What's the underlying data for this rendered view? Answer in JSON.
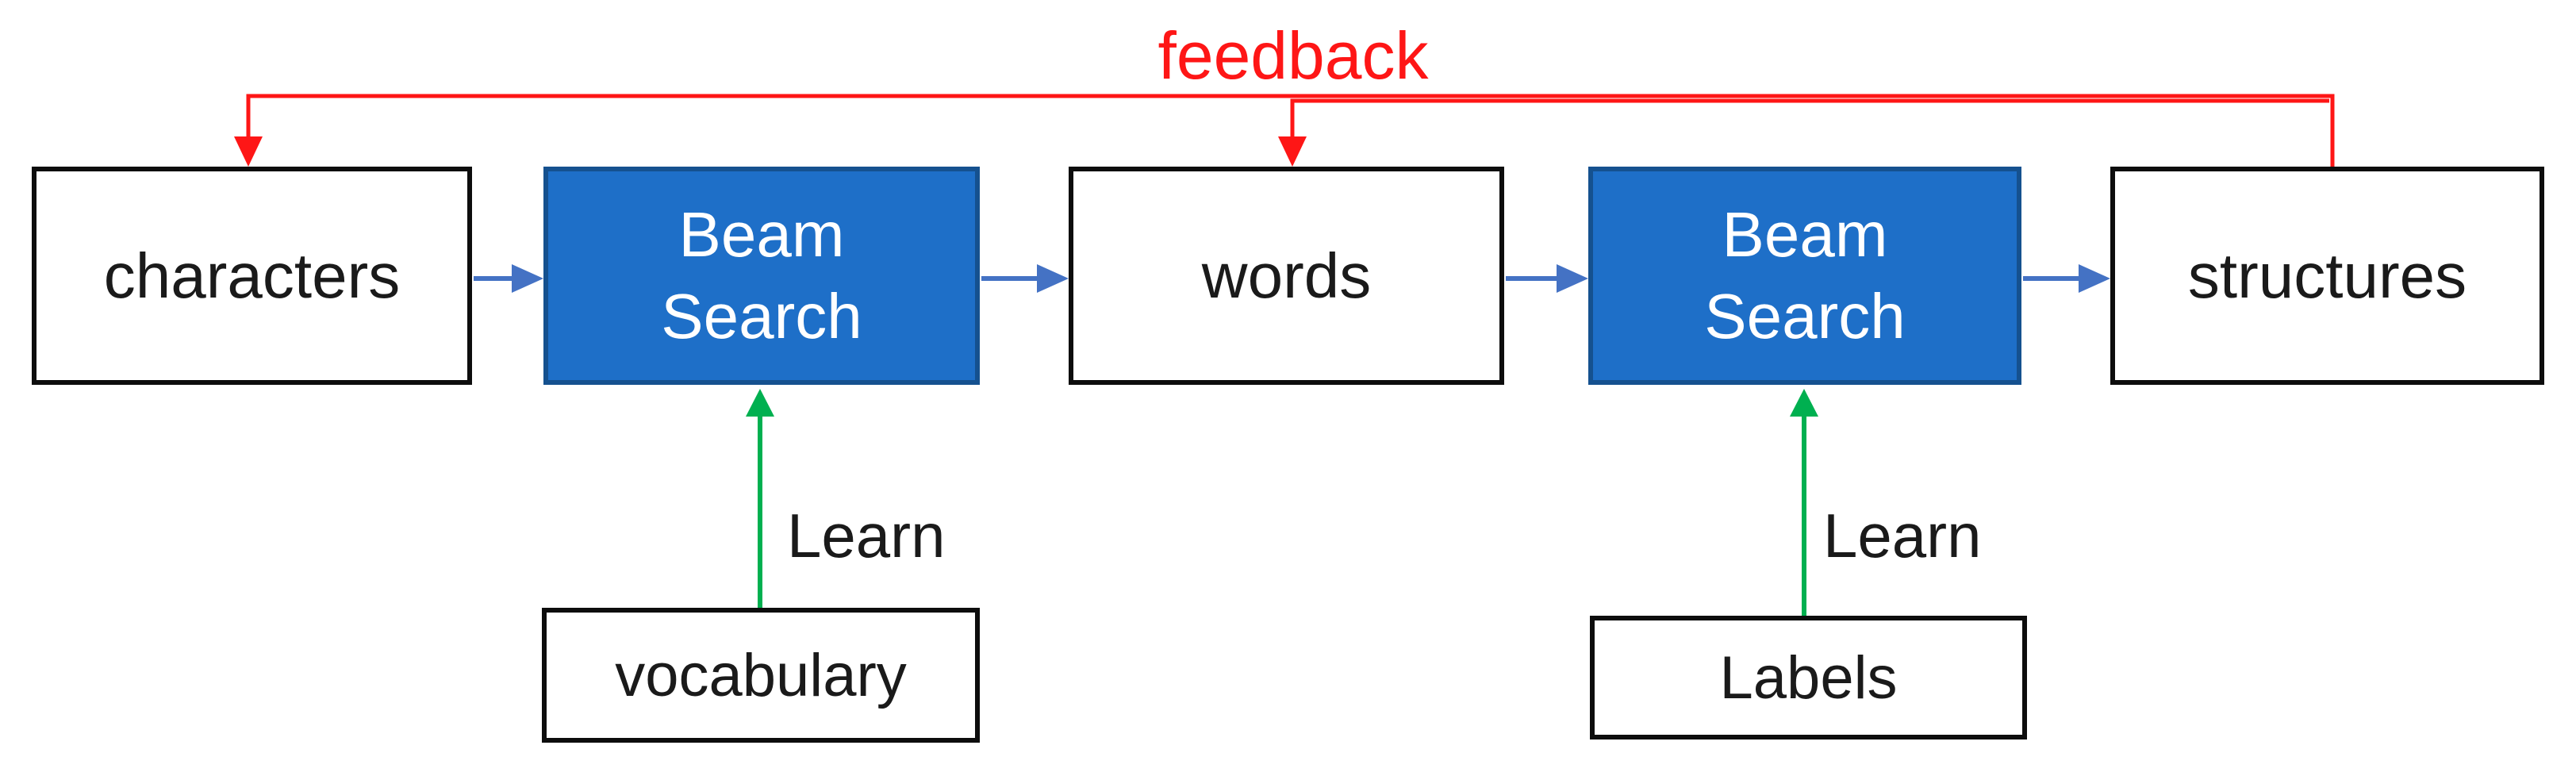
{
  "colors": {
    "background": "#ffffff",
    "blue_fill": "#1e6fc8",
    "blue_border": "#15518f",
    "arrow_blue": "#4472c4",
    "feedback_red": "#fe1616",
    "learn_green": "#00b050",
    "border_black": "#0d0d0d",
    "text_black": "#1a1a1a"
  },
  "diagram": {
    "feedback_label": "feedback",
    "learn_label_1": "Learn",
    "learn_label_2": "Learn",
    "nodes": {
      "characters": "characters",
      "beam_search_1_line1": "Beam",
      "beam_search_1_line2": "Search",
      "words": "words",
      "beam_search_2_line1": "Beam",
      "beam_search_2_line2": "Search",
      "structures": "structures",
      "vocabulary": "vocabulary",
      "labels": "Labels"
    }
  }
}
